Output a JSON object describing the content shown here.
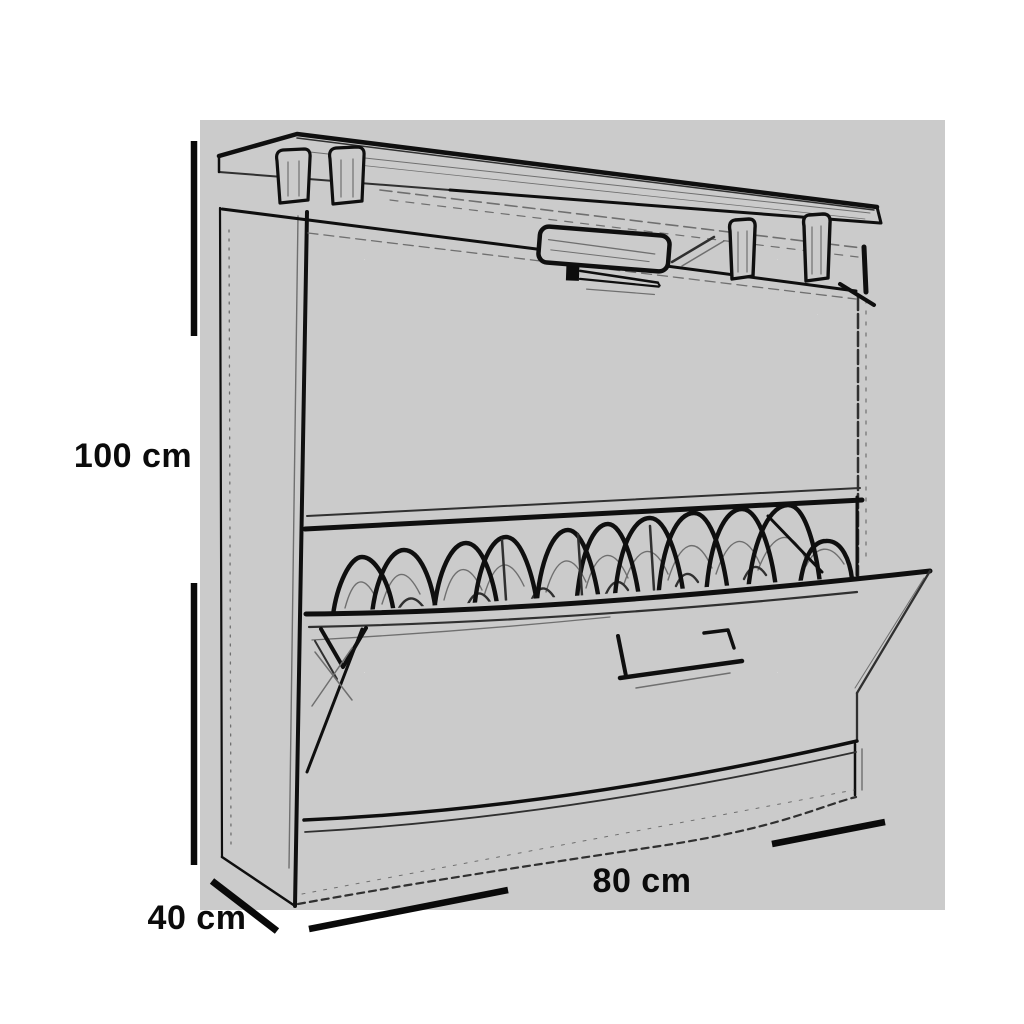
{
  "page": {
    "background": "#ffffff",
    "ink_color": "#141414"
  },
  "diagram": {
    "kind": "hand-drawn product dimension sketch",
    "subject": "two-tier flip-down shoe cabinet, lower compartment open showing shoes",
    "labels": {
      "height": "100 cm",
      "depth": "40 cm",
      "width": "80 cm"
    }
  }
}
